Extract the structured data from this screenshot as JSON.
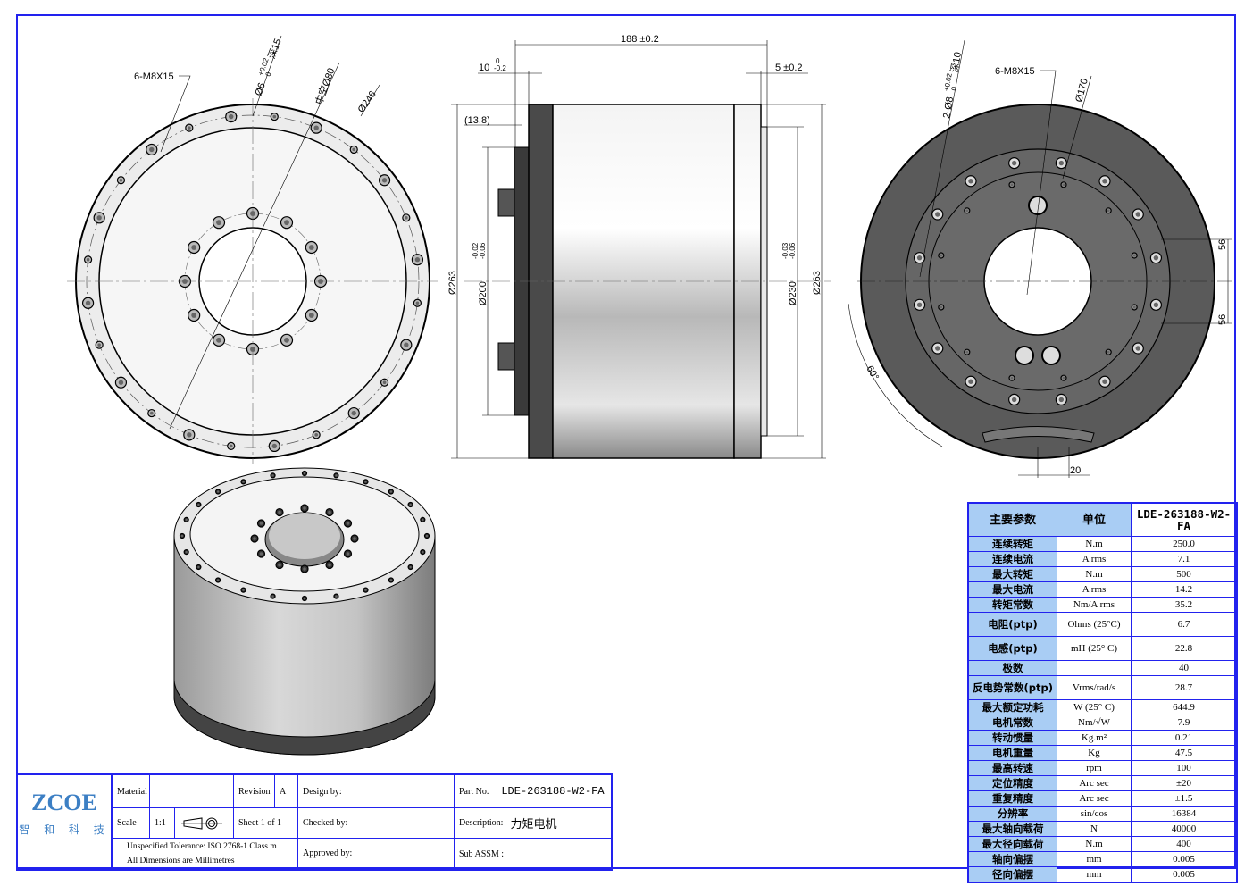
{
  "drawing": {
    "front_view": {
      "tapped_holes": "6-M8X15",
      "pin_hole": "Ø6",
      "pin_tol_upper": "+0.02",
      "pin_tol_lower": "0",
      "pin_depth": "深15",
      "bore": "中空Ø80",
      "bolt_circle": "Ø246"
    },
    "side_view": {
      "length": "188 ±0.2",
      "flange": "10",
      "flange_tol_upper": "0",
      "flange_tol_lower": "-0.2",
      "step": "5 ±0.2",
      "offset": "(13.8)",
      "dia_left": "Ø263",
      "pilot": "Ø200",
      "pilot_tol_upper": "-0.02",
      "pilot_tol_lower": "-0.06",
      "shaft": "Ø230",
      "shaft_tol_upper": "-0.03",
      "shaft_tol_lower": "-0.06",
      "dia_right": "Ø263"
    },
    "rear_view": {
      "pin_holes": "2-Ø8",
      "pin_tol_upper": "+0.02",
      "pin_tol_lower": "0",
      "pin_depth": "深10",
      "tapped_holes": "6-M8X15",
      "bolt_circle": "Ø170",
      "offset_upper": "56",
      "offset_lower": "56",
      "angle": "60°",
      "slot_width": "20"
    }
  },
  "spec_table": {
    "headers": [
      "主要参数",
      "单位",
      "LDE-263188-W2-FA"
    ],
    "rows": [
      {
        "param": "连续转矩",
        "unit": "N.m",
        "value": "250.0"
      },
      {
        "param": "连续电流",
        "unit": "A rms",
        "value": "7.1"
      },
      {
        "param": "最大转矩",
        "unit": "N.m",
        "value": "500"
      },
      {
        "param": "最大电流",
        "unit": "A rms",
        "value": "14.2"
      },
      {
        "param": "转矩常数",
        "unit": "Nm/A rms",
        "value": "35.2"
      },
      {
        "param": "电阻(ptp)",
        "unit": "Ohms (25°C)",
        "value": "6.7"
      },
      {
        "param": "电感(ptp)",
        "unit": "mH (25° C)",
        "value": "22.8"
      },
      {
        "param": "极数",
        "unit": "",
        "value": "40"
      },
      {
        "param": "反电势常数(ptp)",
        "unit": "Vrms/rad/s",
        "value": "28.7"
      },
      {
        "param": "最大额定功耗",
        "unit": "W (25° C)",
        "value": "644.9"
      },
      {
        "param": "电机常数",
        "unit": "Nm/√W",
        "value": "7.9"
      },
      {
        "param": "转动惯量",
        "unit": "Kg.m²",
        "value": "0.21"
      },
      {
        "param": "电机重量",
        "unit": "Kg",
        "value": "47.5"
      },
      {
        "param": "最高转速",
        "unit": "rpm",
        "value": "100"
      },
      {
        "param": "定位精度",
        "unit": "Arc sec",
        "value": "±20"
      },
      {
        "param": "重复精度",
        "unit": "Arc sec",
        "value": "±1.5"
      },
      {
        "param": "分辨率",
        "unit": "sin/cos",
        "value": "16384"
      },
      {
        "param": "最大轴向载荷",
        "unit": "N",
        "value": "40000"
      },
      {
        "param": "最大径向载荷",
        "unit": "N.m",
        "value": "400"
      },
      {
        "param": "轴向偏摆",
        "unit": "mm",
        "value": "0.005"
      },
      {
        "param": "径向偏摆",
        "unit": "mm",
        "value": "0.005"
      }
    ]
  },
  "title_block": {
    "logo": "ZCOE",
    "logo_sub": "智 和 科 技",
    "material_label": "Material",
    "material_value": "",
    "revision_label": "Revision",
    "revision_value": "A",
    "scale_label": "Scale",
    "scale_value": "1:1",
    "sheet": "Sheet  1  of  1",
    "tolerance_note": "Unspecified Tolerance: ISO 2768-1 Class m",
    "units_note": "All Dimensions  are Millimetres",
    "design_by": "Design by:",
    "checked_by": "Checked by:",
    "approved_by": "Approved by:",
    "part_no_label": "Part No.",
    "part_no": "LDE-263188-W2-FA",
    "description_label": "Description:",
    "description": "力矩电机",
    "sub_assm_label": "Sub ASSM :"
  }
}
